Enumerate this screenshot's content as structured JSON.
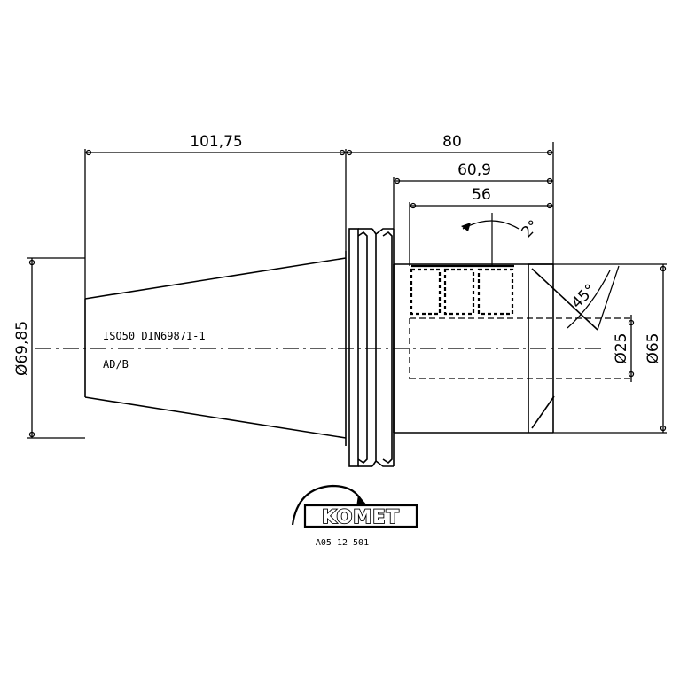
{
  "dimensions": {
    "taper_length": "101,75",
    "total_length": "80",
    "bore_depth": "60,9",
    "thread_length": "56",
    "flange_diameter": "Ø69,85",
    "bore_diameter": "Ø25",
    "body_diameter": "Ø65",
    "chamfer_angle": "45°",
    "taper_angle": "2°"
  },
  "labels": {
    "standard": "ISO50 DIN69871-1",
    "form": "AD/B"
  },
  "brand": {
    "name": "KOMET",
    "code": "A05 12 501"
  }
}
